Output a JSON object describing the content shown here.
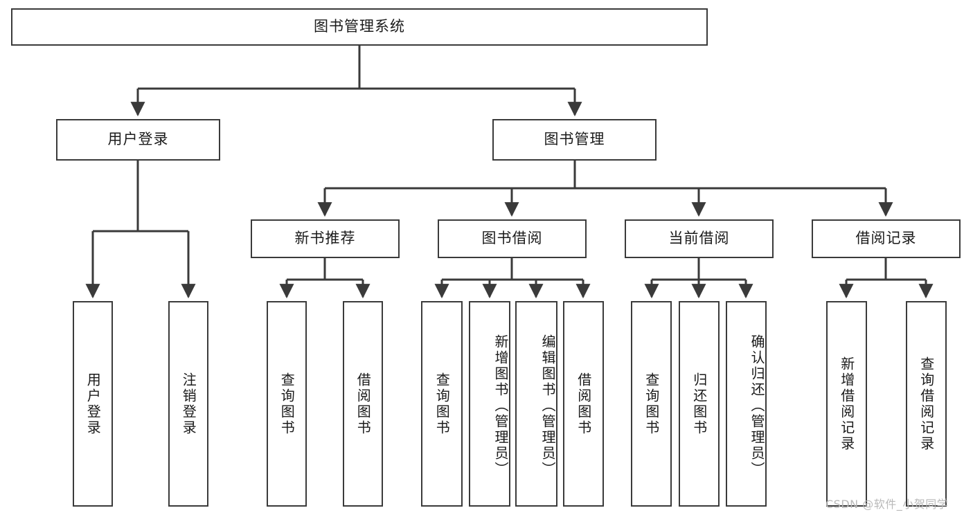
{
  "diagram": {
    "title": "图书管理系统",
    "type": "tree",
    "watermark": "CSDN @软件_小贺同学",
    "colors": {
      "box_border": "#3a3a3a",
      "box_fill": "#ffffff",
      "line": "#3a3a3a",
      "text": "#1a1a1a",
      "watermark": "#b9b9b9"
    },
    "nodes": {
      "root": {
        "label": "图书管理系统"
      },
      "level2": [
        {
          "id": "user-login",
          "label": "用户登录"
        },
        {
          "id": "book-manage",
          "label": "图书管理"
        }
      ],
      "level3": [
        {
          "id": "new-book-recommend",
          "label": "新书推荐"
        },
        {
          "id": "book-borrow",
          "label": "图书借阅"
        },
        {
          "id": "current-borrow",
          "label": "当前借阅"
        },
        {
          "id": "borrow-record",
          "label": "借阅记录"
        }
      ],
      "leaves": {
        "user_login": [
          {
            "id": "leaf-user-login",
            "label": "用户登录"
          },
          {
            "id": "leaf-logout",
            "label": "注销登录"
          }
        ],
        "new_book_recommend": [
          {
            "id": "leaf-query-book-1",
            "label": "查询图书"
          },
          {
            "id": "leaf-borrow-book-1",
            "label": "借阅图书"
          }
        ],
        "book_borrow": [
          {
            "id": "leaf-query-book-2",
            "label": "查询图书"
          },
          {
            "id": "leaf-add-book",
            "label": "新增图书（管理员）"
          },
          {
            "id": "leaf-edit-book",
            "label": "编辑图书（管理员）"
          },
          {
            "id": "leaf-borrow-book-2",
            "label": "借阅图书"
          }
        ],
        "current_borrow": [
          {
            "id": "leaf-query-book-3",
            "label": "查询图书"
          },
          {
            "id": "leaf-return-book",
            "label": "归还图书"
          },
          {
            "id": "leaf-confirm-return",
            "label": "确认归还（管理员）"
          }
        ],
        "borrow_record": [
          {
            "id": "leaf-add-record",
            "label": "新增借阅记录"
          },
          {
            "id": "leaf-query-record",
            "label": "查询借阅记录"
          }
        ]
      }
    }
  }
}
